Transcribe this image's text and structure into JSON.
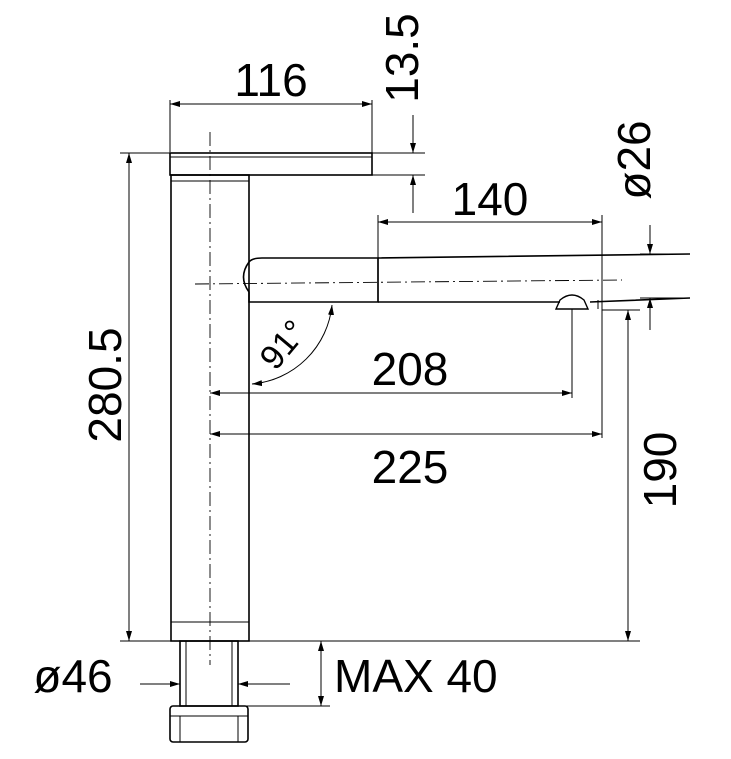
{
  "drawing": {
    "line_color": "#000000",
    "background": "#ffffff",
    "dimensions": {
      "handle_length": "116",
      "handle_height": "13.5",
      "spout_reach_upper": "140",
      "spout_diameter": "ø26",
      "total_height": "280.5",
      "spout_angle": "91°",
      "outlet_reach": "208",
      "total_reach": "225",
      "outlet_height": "190",
      "base_diameter": "ø46",
      "max_thickness": "MAX 40"
    }
  }
}
